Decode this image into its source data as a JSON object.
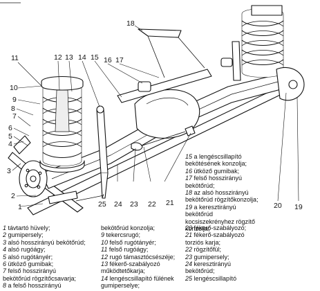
{
  "callouts": [
    "1",
    "2",
    "3",
    "4",
    "5",
    "6",
    "7",
    "8",
    "9",
    "10",
    "11",
    "12",
    "13",
    "14",
    "15",
    "16",
    "17",
    "18",
    "19",
    "20",
    "21",
    "22",
    "23",
    "24",
    "25"
  ],
  "legend_right": [
    {
      "n": "15",
      "text": "a lengéscsillapító"
    },
    {
      "n": "",
      "text": "bekötésének konzolja;"
    },
    {
      "n": "16",
      "text": "ütköző gumibak;"
    },
    {
      "n": "17",
      "text": "felső hosszirányú"
    },
    {
      "n": "",
      "text": "bekötőrúd;"
    },
    {
      "n": "18",
      "text": "az alsó hosszirányú"
    },
    {
      "n": "",
      "text": "bekötőrúd rögzítőkonzolja;"
    },
    {
      "n": "19",
      "text": "a keresztirányú"
    },
    {
      "n": "",
      "text": "bekötőrúd"
    },
    {
      "n": "",
      "text": "kocsiszekrényhez rögzítő"
    },
    {
      "n": "",
      "text": "konzolja;"
    }
  ],
  "legend_col1": [
    {
      "n": "1",
      "text": "távtartó hüvely;"
    },
    {
      "n": "2",
      "text": "gumipersely;"
    },
    {
      "n": "3",
      "text": "alsó hosszirányú bekötőrúd;"
    },
    {
      "n": "4",
      "text": "alsó rugóágy;"
    },
    {
      "n": "5",
      "text": "alsó rugótányér;"
    },
    {
      "n": "6",
      "text": "ütköző gumibak;"
    },
    {
      "n": "7",
      "text": "felső hosszirányú"
    },
    {
      "n": "",
      "text": "bekötőrúd rögzítőcsavarja;"
    },
    {
      "n": "8",
      "text": "a felső hosszirányú"
    }
  ],
  "legend_col2": [
    {
      "n": "",
      "text": "bekötőrúd konzolja;"
    },
    {
      "n": "9",
      "text": "tekercsrugó;"
    },
    {
      "n": "10",
      "text": "felső rugótányér;"
    },
    {
      "n": "11",
      "text": "felső rugóágy;"
    },
    {
      "n": "12",
      "text": "rugó támasztócsészéje;"
    },
    {
      "n": "13",
      "text": "fékerő-szabályozó"
    },
    {
      "n": "",
      "text": "működtetőkarja;"
    },
    {
      "n": "14",
      "text": "lengéscsillapító fülének"
    },
    {
      "n": "",
      "text": "gumiperselye;"
    }
  ],
  "legend_col3": [
    {
      "n": "20",
      "text": "fékerő-szabályozó;"
    },
    {
      "n": "21",
      "text": "fékerő-szabályozó"
    },
    {
      "n": "",
      "text": "torziós karja;"
    },
    {
      "n": "22",
      "text": "rögzítőfül;"
    },
    {
      "n": "23",
      "text": "gumipersely;"
    },
    {
      "n": "24",
      "text": "keresztirányú"
    },
    {
      "n": "",
      "text": "bekötőrúd;"
    },
    {
      "n": "25",
      "text": "lengéscsillapító"
    }
  ],
  "colors": {
    "ink": "#111111",
    "paper": "#ffffff",
    "shade": "#dddddd"
  }
}
